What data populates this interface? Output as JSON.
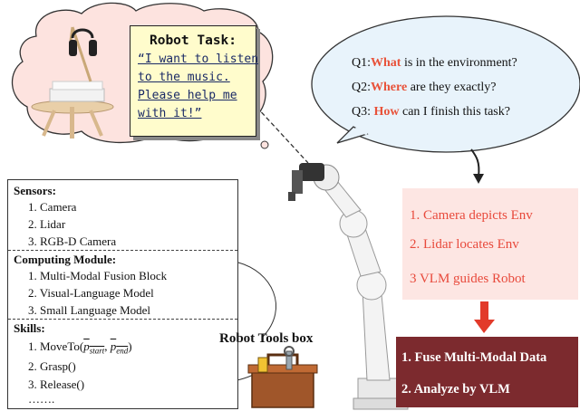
{
  "task_note": {
    "title": "Robot Task:",
    "lines": [
      "“I want to listen",
      "to the music.",
      "Please help me",
      "with it!”"
    ]
  },
  "questions": [
    {
      "prefix": "Q1:",
      "keyword": "What",
      "rest": " is in the environment?"
    },
    {
      "prefix": "Q2:",
      "keyword": "Where",
      "rest": " are they exactly?"
    },
    {
      "prefix": "Q3: ",
      "keyword": "How",
      "rest": " can I finish this task?"
    }
  ],
  "modules": {
    "sensors": {
      "title": "Sensors:",
      "items": [
        "1. Camera",
        "2. Lidar",
        "3. RGB-D Camera"
      ]
    },
    "computing": {
      "title": "Computing Module:",
      "items": [
        "1. Multi-Modal Fusion Block",
        "2. Visual-Language Model",
        "3. Small Language Model"
      ]
    },
    "skills": {
      "title": "Skills:",
      "items": [
        "1. MoveTo(",
        "2. Grasp()",
        "3. Release()",
        "……."
      ],
      "p_start": "p",
      "p_start_sub": "start",
      "p_end": "p",
      "p_end_sub": "end",
      "comma": ", ",
      "close": ")"
    }
  },
  "toolbox_title": "Robot Tools box",
  "steps_pink": [
    "1. Camera depicts Env",
    "2. Lidar locates Env",
    "3 VLM guides Robot"
  ],
  "steps_dark": [
    "1. Fuse Multi-Modal Data",
    "2. Analyze by VLM"
  ],
  "colors": {
    "accent_red": "#e84a3c",
    "dark_box": "#7c2a2e",
    "pink_box": "#fde6e3",
    "note_bg": "#fffccc",
    "cloud": "#fde3df"
  }
}
